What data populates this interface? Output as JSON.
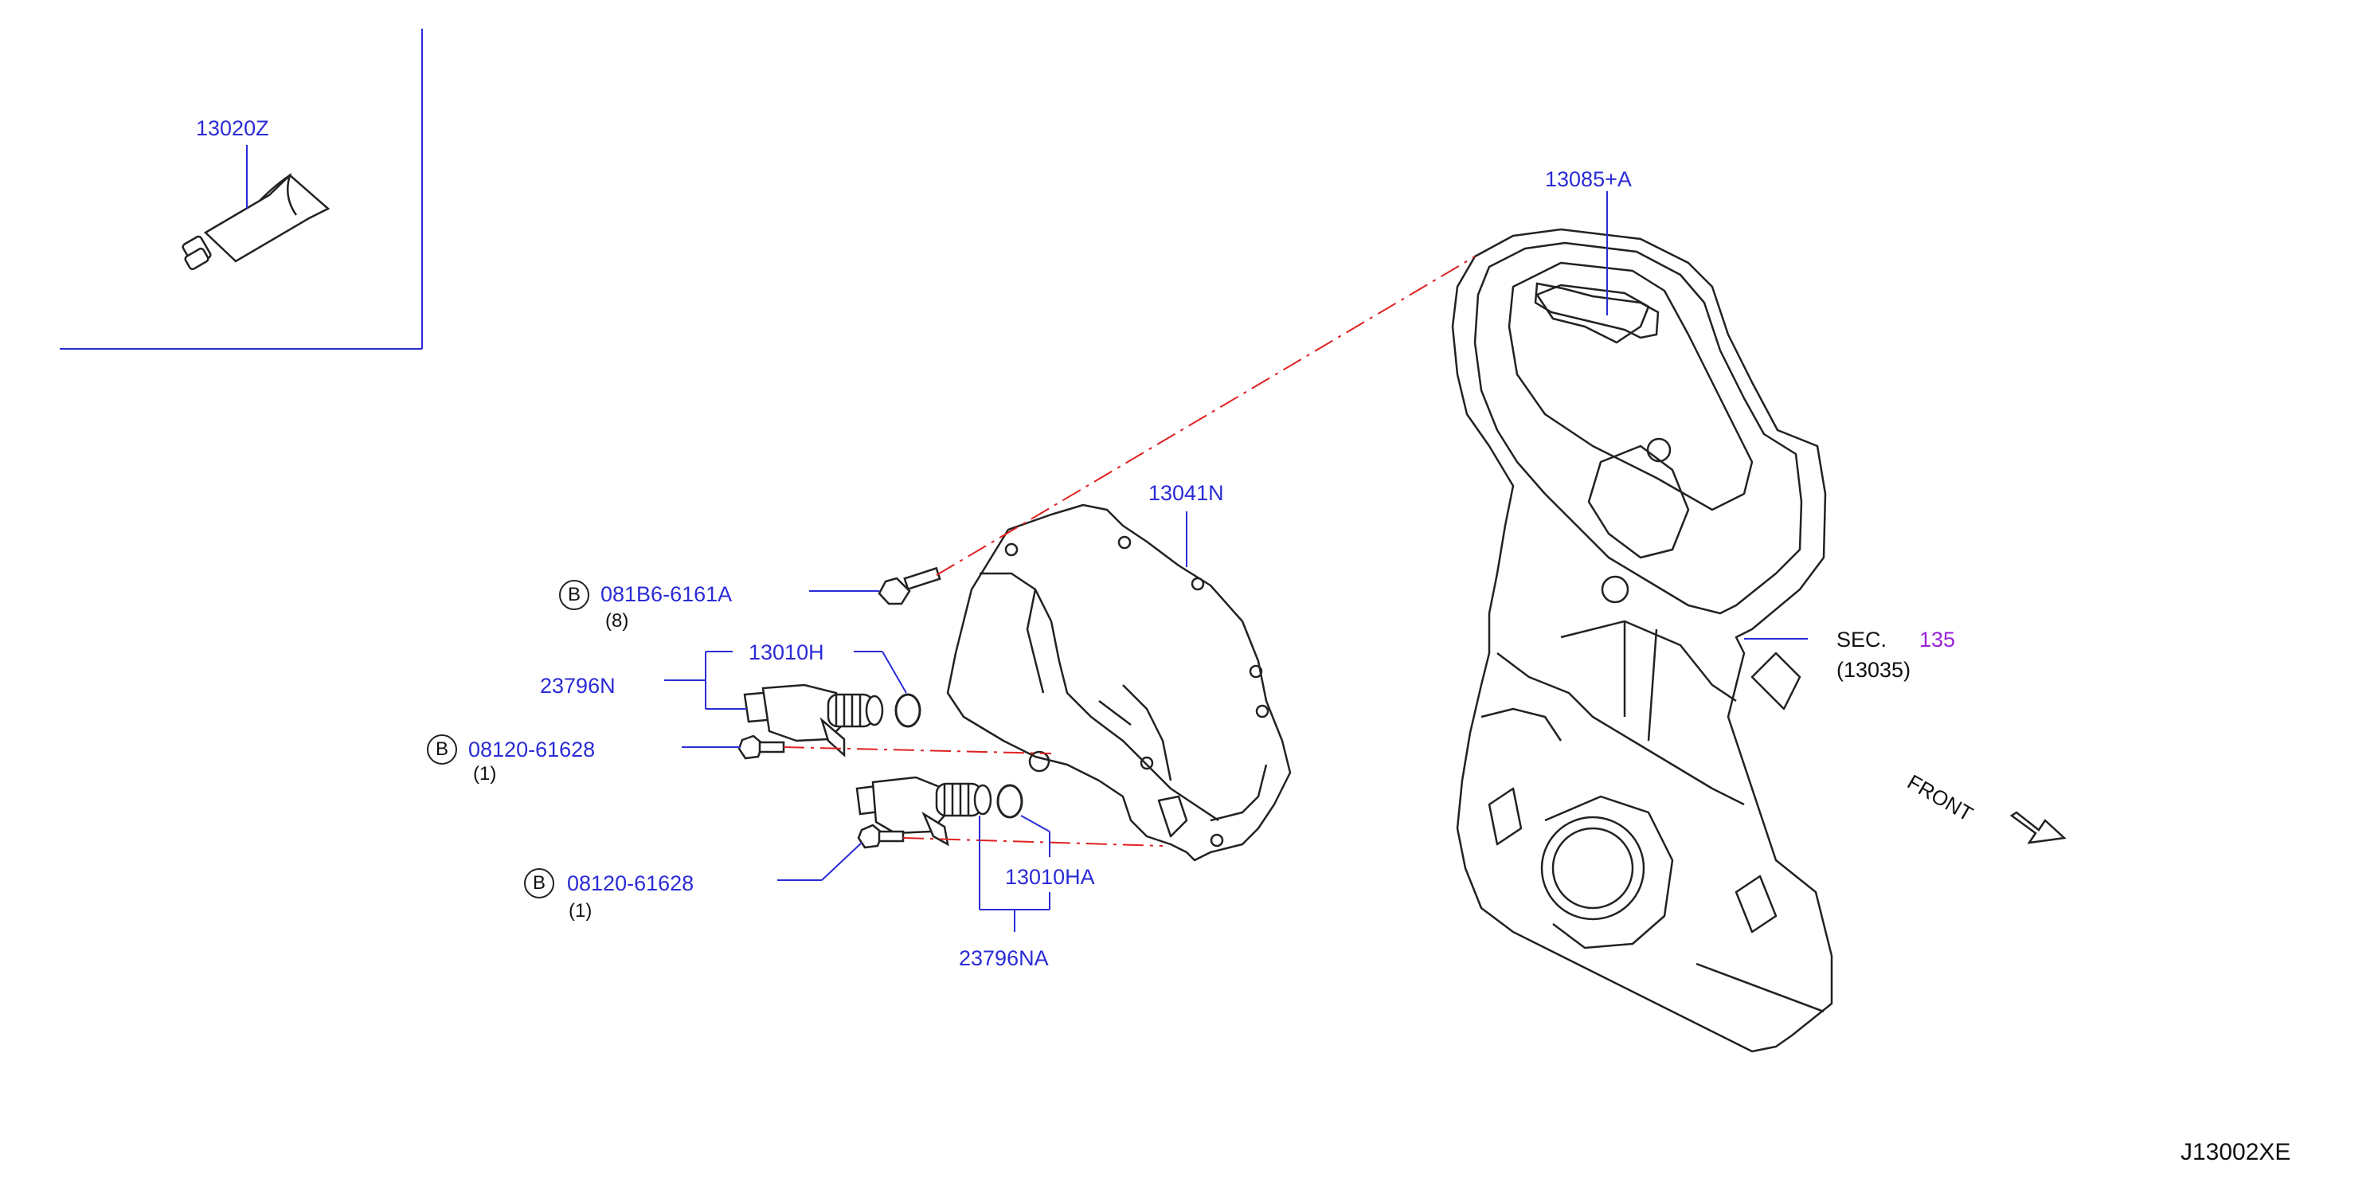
{
  "parts": {
    "sealant": "13020Z",
    "gasket": "13085+A",
    "cover": "13041N",
    "bolt_main": "081B6-6161A",
    "bolt_main_qty": "(8)",
    "oring_upper": "13010H",
    "valve_upper": "23796N",
    "bolt_upper": "08120-61628",
    "bolt_upper_qty": "(1)",
    "bolt_lower": "08120-61628",
    "bolt_lower_qty": "(1)",
    "oring_lower": "13010HA",
    "valve_lower": "23796NA"
  },
  "section_ref": {
    "prefix": "SEC.",
    "number": "135",
    "sub": "(13035)"
  },
  "badge_letter": "B",
  "front_label": "FRONT",
  "diagram_id": "J13002XE",
  "colors": {
    "part_label": "#2b2bd6",
    "leader": "#2b2bd6",
    "section_number": "#9a22d8",
    "dash_line": "#e02020",
    "drawing": "#222222"
  }
}
